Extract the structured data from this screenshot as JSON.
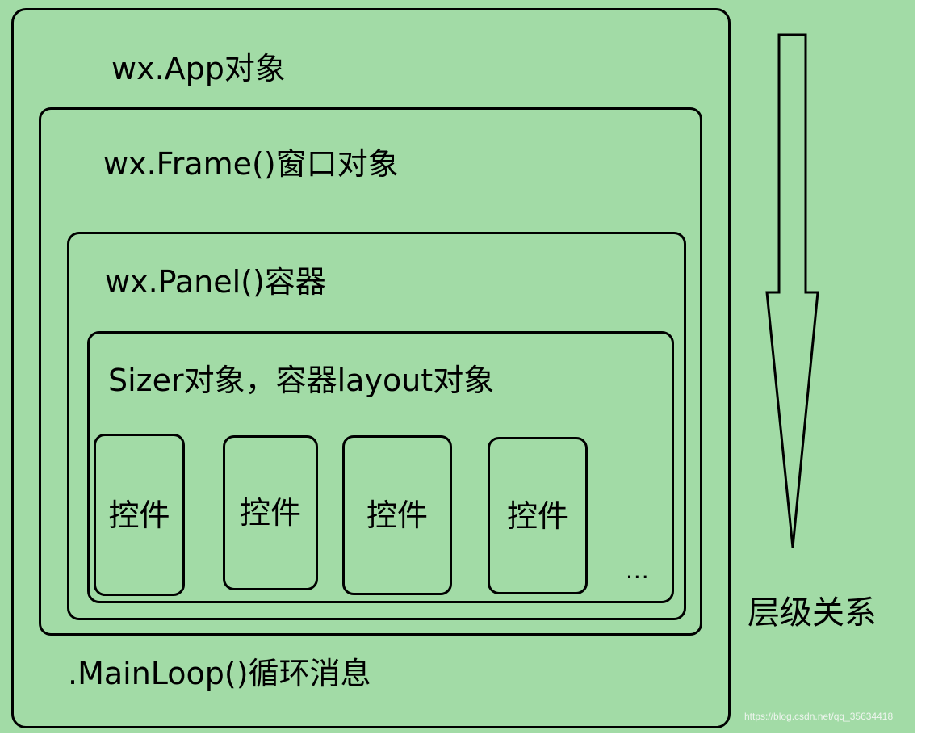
{
  "app": {
    "label": "wx.App对象",
    "mainloop": ".MainLoop()循环消息"
  },
  "frame": {
    "label": "wx.Frame()窗口对象"
  },
  "panel": {
    "label": "wx.Panel()容器"
  },
  "sizer": {
    "label": "Sizer对象，容器layout对象",
    "controls": [
      "控件",
      "控件",
      "控件",
      "控件"
    ],
    "more": "..."
  },
  "hierarchy": {
    "label": "层级关系",
    "arrow_icon": "down-arrow-icon"
  },
  "watermark": "https://blog.csdn.net/qq_35634418",
  "colors": {
    "background": "#a2dba6",
    "stroke": "#000000"
  }
}
